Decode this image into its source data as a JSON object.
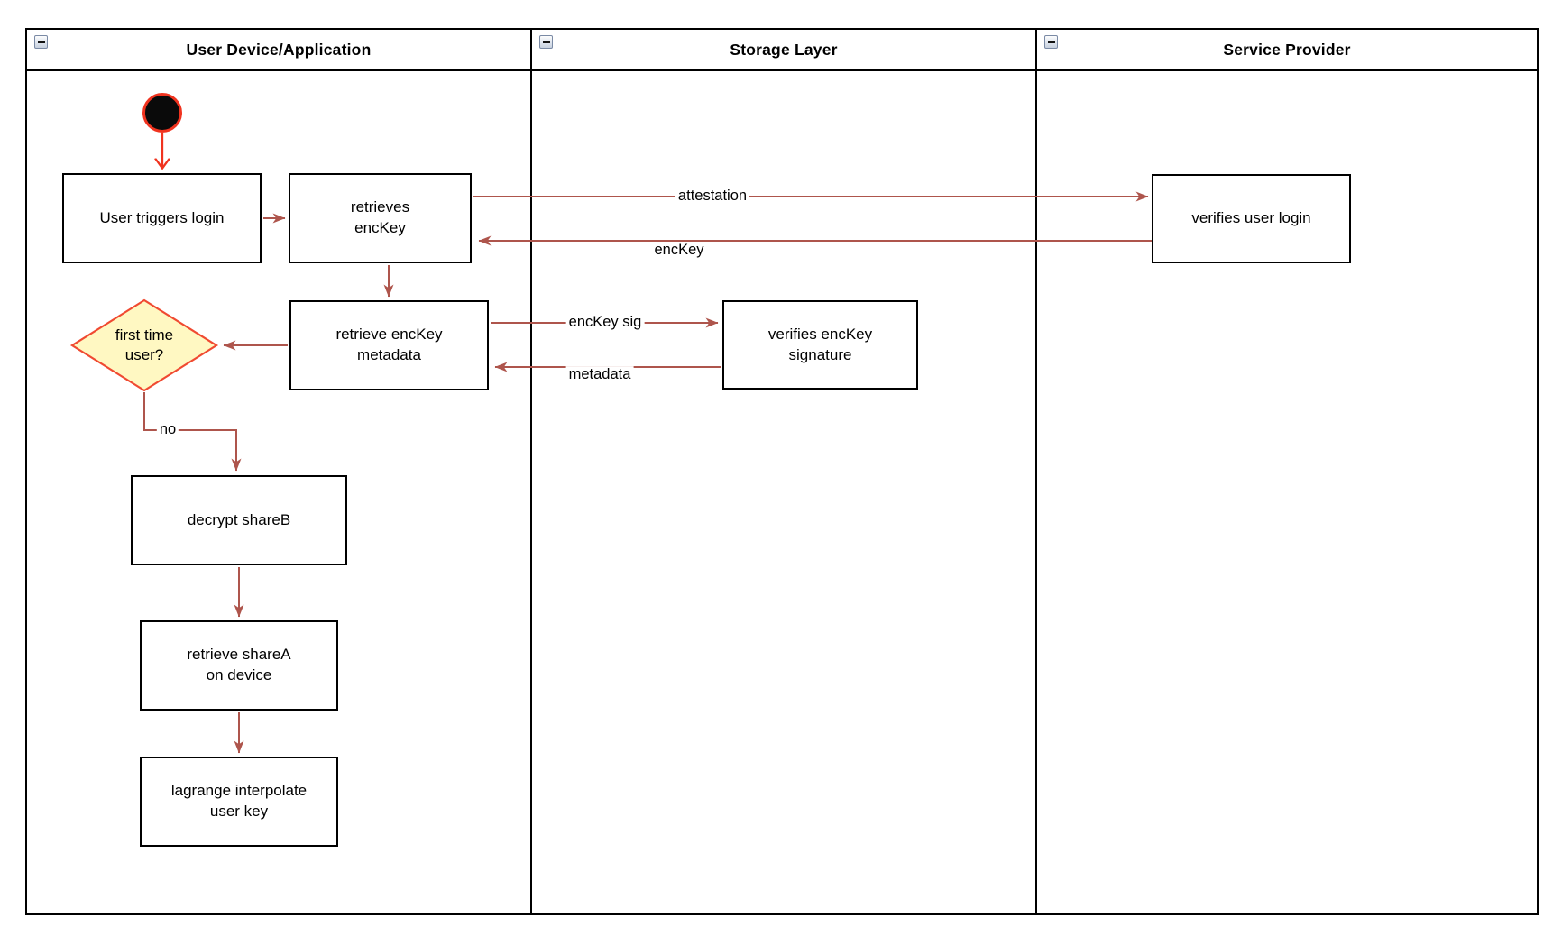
{
  "colors": {
    "edge": "#AE554C",
    "accent_red": "#F0331F",
    "decision_border": "#F04A31",
    "decision_fill": "#FFF8C2",
    "node_border": "#000000",
    "node_fill": "#FFFFFF"
  },
  "lanes": [
    {
      "title": "User Device/Application",
      "collapse_icon": "minus"
    },
    {
      "title": "Storage Layer",
      "collapse_icon": "minus"
    },
    {
      "title": "Service Provider",
      "collapse_icon": "minus"
    }
  ],
  "nodes": {
    "user_triggers_login": "User triggers login",
    "retrieves_enckey": "retrieves\nencKey",
    "verifies_user_login": "verifies user login",
    "retrieve_enckey_metadata": "retrieve encKey\nmetadata",
    "verifies_enckey_signature": "verifies encKey\nsignature",
    "first_time_user": "first time\nuser?",
    "decrypt_shareb": "decrypt shareB",
    "retrieve_sharea_on_device": "retrieve shareA\non device",
    "lagrange_interpolate_user_key": "lagrange interpolate\nuser key"
  },
  "edge_labels": {
    "attestation": "attestation",
    "enckey": "encKey",
    "enckey_sig": "encKey sig",
    "metadata": "metadata",
    "no": "no"
  }
}
